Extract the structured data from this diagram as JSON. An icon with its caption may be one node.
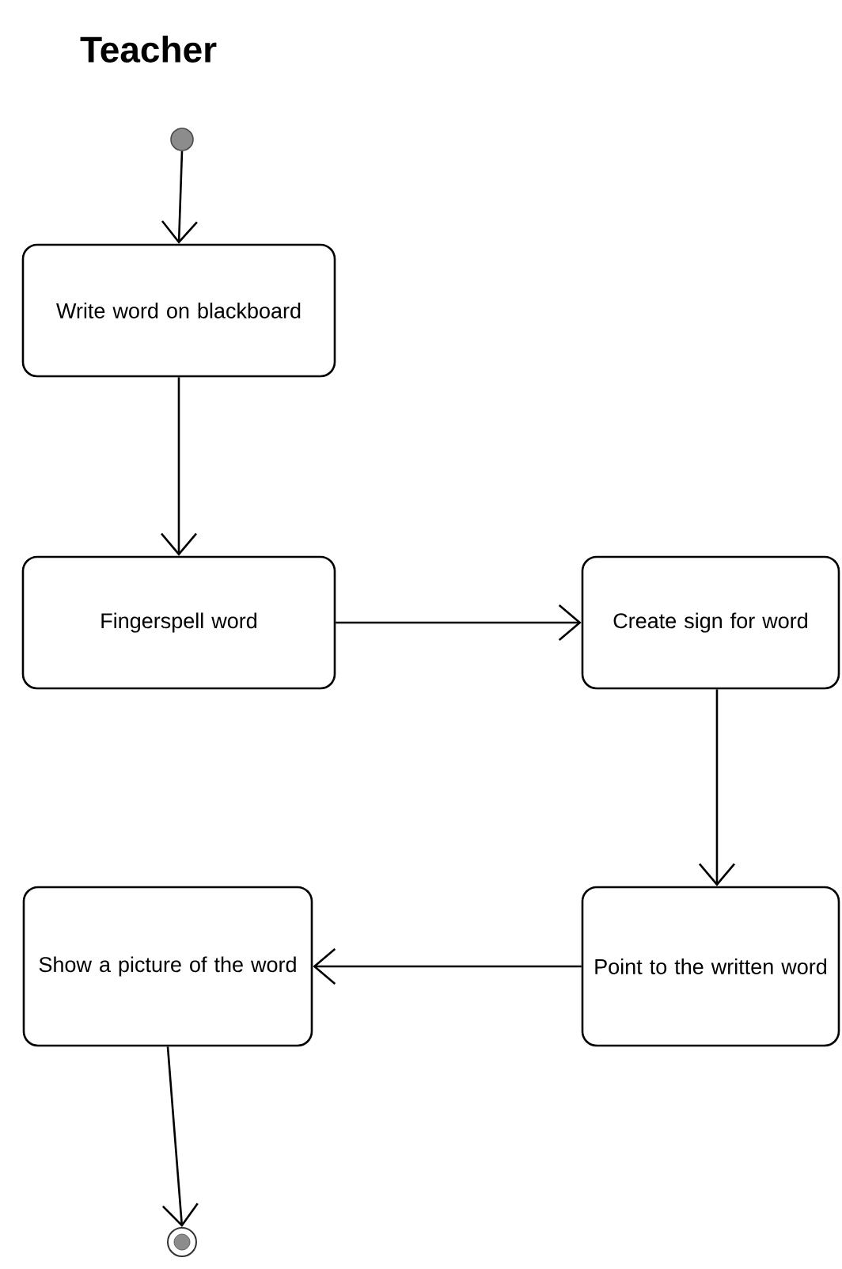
{
  "diagram": {
    "title": "Teacher",
    "nodes": [
      {
        "text": [],
        "shape": "circle"
      },
      {
        "text": [
          "Write word on blackboard"
        ]
      },
      {
        "text": [
          "Fingerspell word"
        ]
      },
      {
        "text": [
          "Create sign for word"
        ]
      },
      {
        "text": [
          "Point to the written word"
        ]
      },
      {
        "text": [
          "Show a picture of the word"
        ]
      },
      {
        "text": [],
        "shape": "bullseye"
      }
    ],
    "edges": [
      {
        "from": 0,
        "to": 1,
        "arrow": "to"
      },
      {
        "from": 1,
        "to": 2,
        "arrow": "to"
      },
      {
        "from": 2,
        "to": 3,
        "arrow": "to"
      },
      {
        "from": 3,
        "to": 4,
        "arrow": "to"
      },
      {
        "from": 4,
        "to": 5,
        "arrow": "to"
      },
      {
        "from": 5,
        "to": 6,
        "arrow": "to"
      }
    ]
  }
}
